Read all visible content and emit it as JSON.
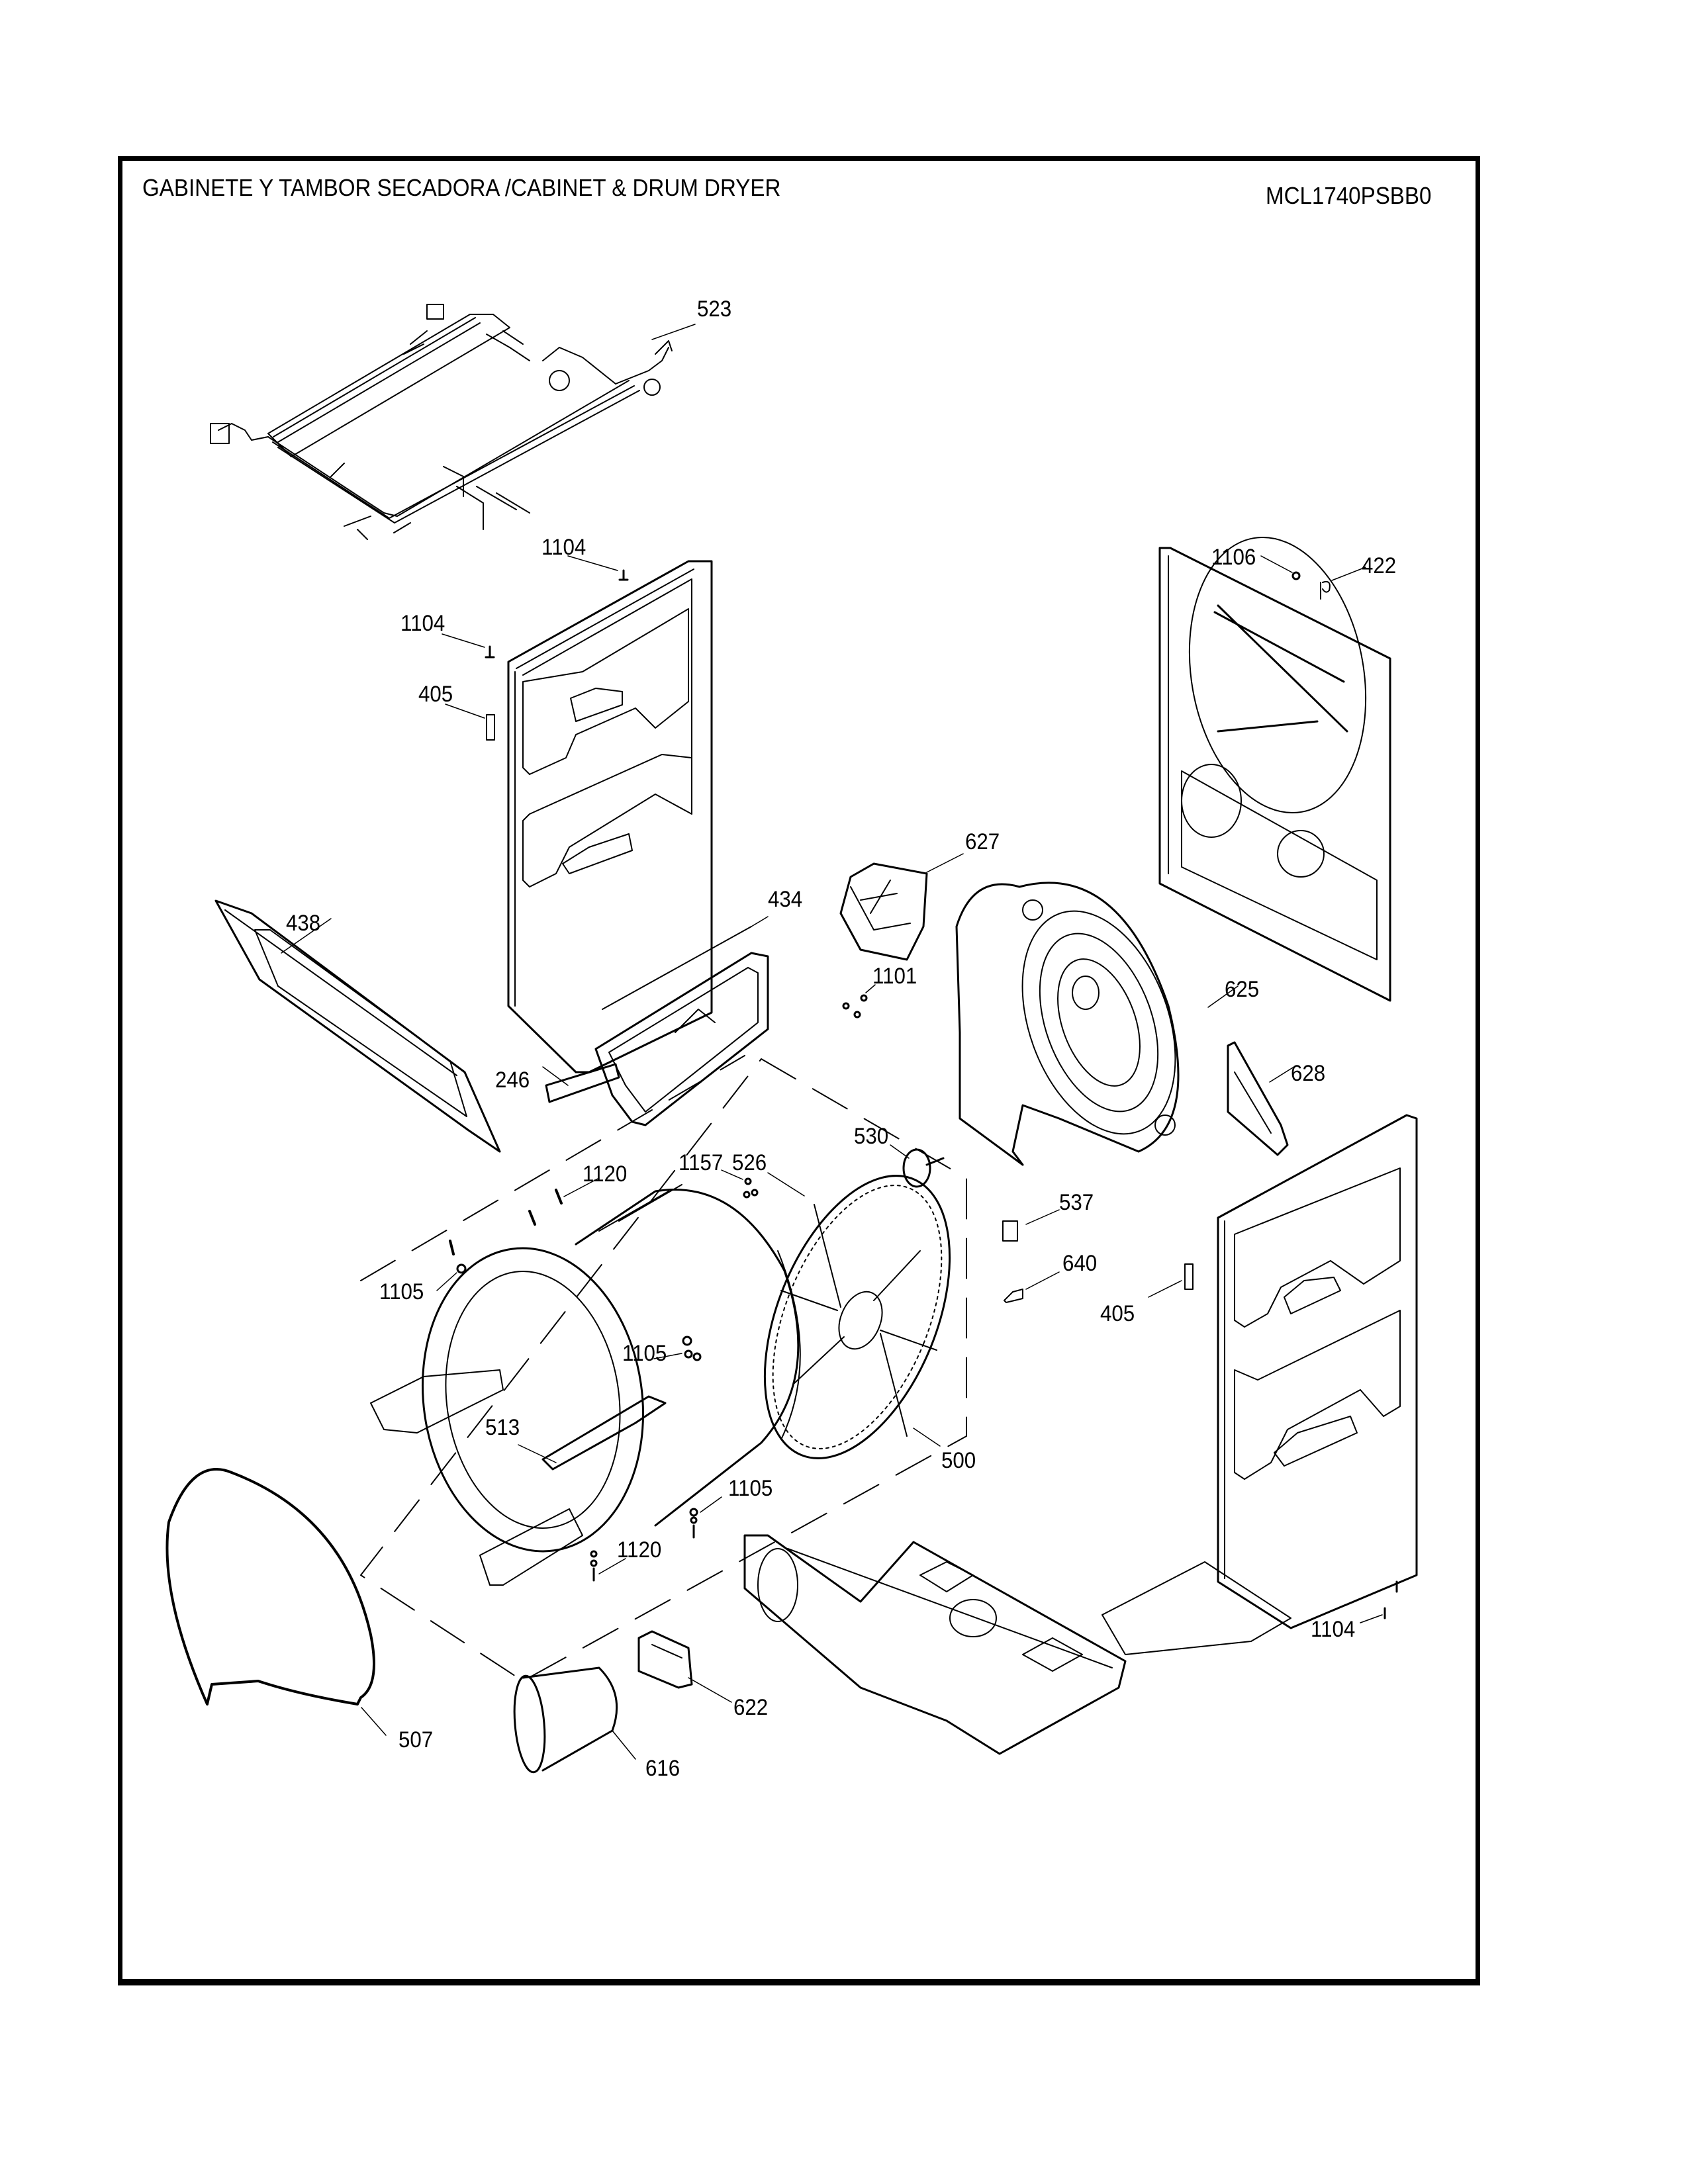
{
  "header": {
    "title": "GABINETE Y TAMBOR SECADORA /CABINET & DRUM  DRYER",
    "model": "MCL1740PSBB0"
  },
  "callouts": [
    {
      "id": "523",
      "label": "523",
      "part": "wire-harness"
    },
    {
      "id": "1104a",
      "label": "1104",
      "part": "screw"
    },
    {
      "id": "1104b",
      "label": "1104",
      "part": "screw"
    },
    {
      "id": "405a",
      "label": "405",
      "part": "clip"
    },
    {
      "id": "1106",
      "label": "1106",
      "part": "screw"
    },
    {
      "id": "422",
      "label": "422",
      "part": "clip"
    },
    {
      "id": "627",
      "label": "627",
      "part": "blower-housing-bracket"
    },
    {
      "id": "434",
      "label": "434",
      "part": "strip"
    },
    {
      "id": "438",
      "label": "438",
      "part": "top-panel"
    },
    {
      "id": "1101",
      "label": "1101",
      "part": "screw"
    },
    {
      "id": "625",
      "label": "625",
      "part": "rear-bulkhead"
    },
    {
      "id": "246",
      "label": "246",
      "part": "bracket"
    },
    {
      "id": "628",
      "label": "628",
      "part": "support-bracket"
    },
    {
      "id": "526",
      "label": "526",
      "part": "drum-rear-grille"
    },
    {
      "id": "530",
      "label": "530",
      "part": "drum-bearing"
    },
    {
      "id": "1157",
      "label": "1157",
      "part": "screw"
    },
    {
      "id": "1120a",
      "label": "1120",
      "part": "screw"
    },
    {
      "id": "537",
      "label": "537",
      "part": "bracket"
    },
    {
      "id": "640",
      "label": "640",
      "part": "bracket"
    },
    {
      "id": "1105a",
      "label": "1105",
      "part": "washer"
    },
    {
      "id": "405b",
      "label": "405",
      "part": "clip"
    },
    {
      "id": "1105b",
      "label": "1105",
      "part": "washer"
    },
    {
      "id": "513",
      "label": "513",
      "part": "baffle"
    },
    {
      "id": "500",
      "label": "500",
      "part": "drum-assembly"
    },
    {
      "id": "1105c",
      "label": "1105",
      "part": "washer"
    },
    {
      "id": "1120b",
      "label": "1120",
      "part": "screw"
    },
    {
      "id": "1104c",
      "label": "1104",
      "part": "screw"
    },
    {
      "id": "507",
      "label": "507",
      "part": "drum-belt"
    },
    {
      "id": "622",
      "label": "622",
      "part": "motor-switch"
    },
    {
      "id": "616",
      "label": "616",
      "part": "capacitor"
    }
  ]
}
